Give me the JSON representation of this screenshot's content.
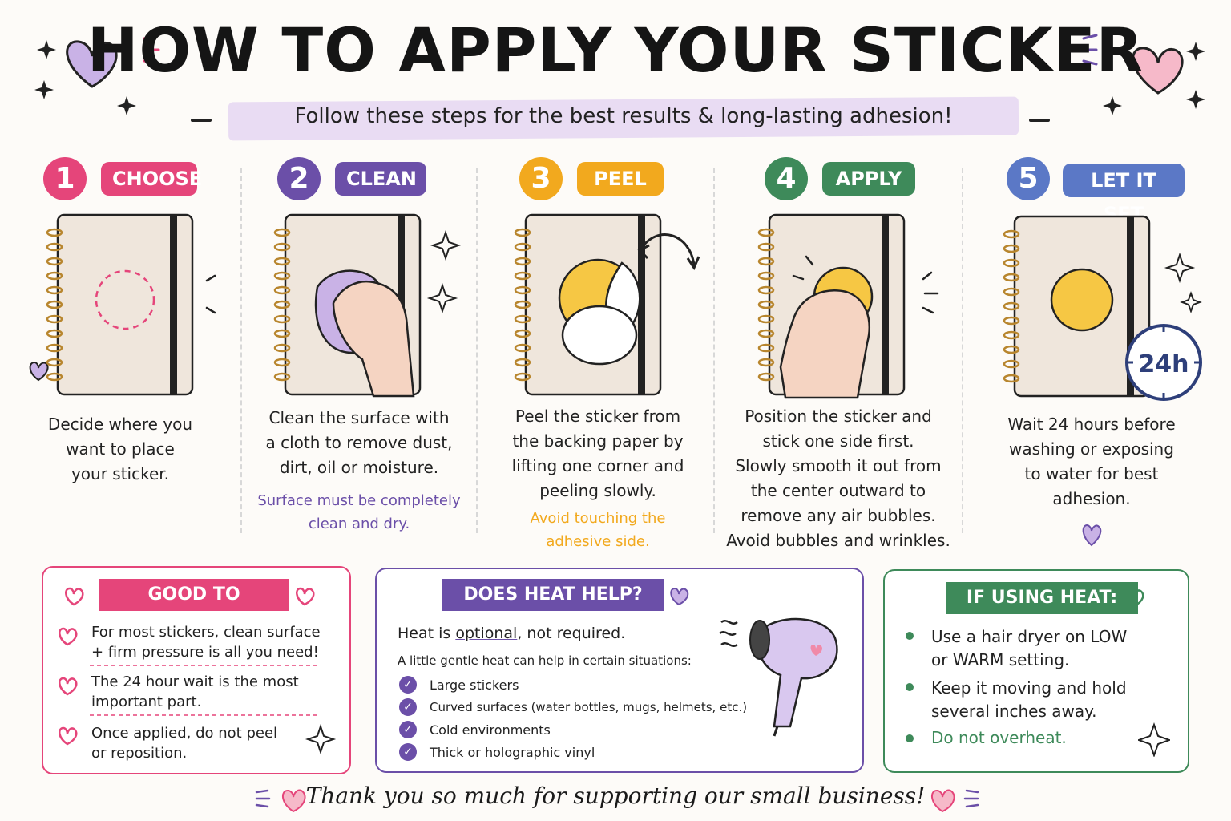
{
  "header": {
    "title": "HOW TO APPLY YOUR STICKER",
    "subtitle": "Follow these steps for the best results & long-lasting adhesion!"
  },
  "colors": {
    "pink": "#e5457a",
    "purple": "#6b4fa8",
    "yellow": "#f2a91e",
    "green": "#3e8a5a",
    "blue": "#5b78c6",
    "sticker": "#f6c744",
    "notebook": "#efe6dc"
  },
  "steps": [
    {
      "num": "1",
      "label": "CHOOSE",
      "text": [
        "Decide where you",
        "want to place",
        "your sticker."
      ],
      "note": []
    },
    {
      "num": "2",
      "label": "CLEAN",
      "text": [
        "Clean the surface with",
        "a cloth to remove dust,",
        "dirt, oil or moisture."
      ],
      "note": [
        "Surface must be completely",
        "clean and dry."
      ]
    },
    {
      "num": "3",
      "label": "PEEL",
      "text": [
        "Peel the sticker from",
        "the backing paper by",
        "lifting one corner and",
        "peeling slowly."
      ],
      "note": [
        "Avoid touching the",
        "adhesive side."
      ]
    },
    {
      "num": "4",
      "label": "APPLY",
      "text": [
        "Position the sticker and",
        "stick one side first.",
        "Slowly smooth it out from",
        "the center outward to",
        "remove any air bubbles.",
        "Avoid bubbles and wrinkles."
      ],
      "note": []
    },
    {
      "num": "5",
      "label": "LET IT SET",
      "text": [
        "Wait 24 hours before",
        "washing or exposing",
        "to water for best",
        "adhesion."
      ],
      "note": [],
      "badge": "24h"
    }
  ],
  "good_to_know": {
    "title": "GOOD TO KNOW",
    "items": [
      [
        "For most stickers, clean surface",
        "+ firm pressure is all you need!"
      ],
      [
        "The 24 hour wait is the most",
        "important part."
      ],
      [
        "Once applied, do not peel",
        "or reposition."
      ]
    ]
  },
  "heat_help": {
    "title": "DOES HEAT HELP?",
    "line1_pre": "Heat is ",
    "line1_em": "optional",
    "line1_post": ", not required.",
    "line2": "A little gentle heat can help in certain situations:",
    "items": [
      "Large stickers",
      "Curved surfaces (water bottles, mugs, helmets, etc.)",
      "Cold environments",
      "Thick or holographic vinyl"
    ]
  },
  "using_heat": {
    "title": "IF USING HEAT:",
    "items": [
      [
        "Use a hair dryer on LOW",
        "or WARM setting."
      ],
      [
        "Keep it moving and hold",
        "several inches away."
      ]
    ],
    "warning": "Do not overheat."
  },
  "footer": "Thank you so much for supporting our small business!"
}
